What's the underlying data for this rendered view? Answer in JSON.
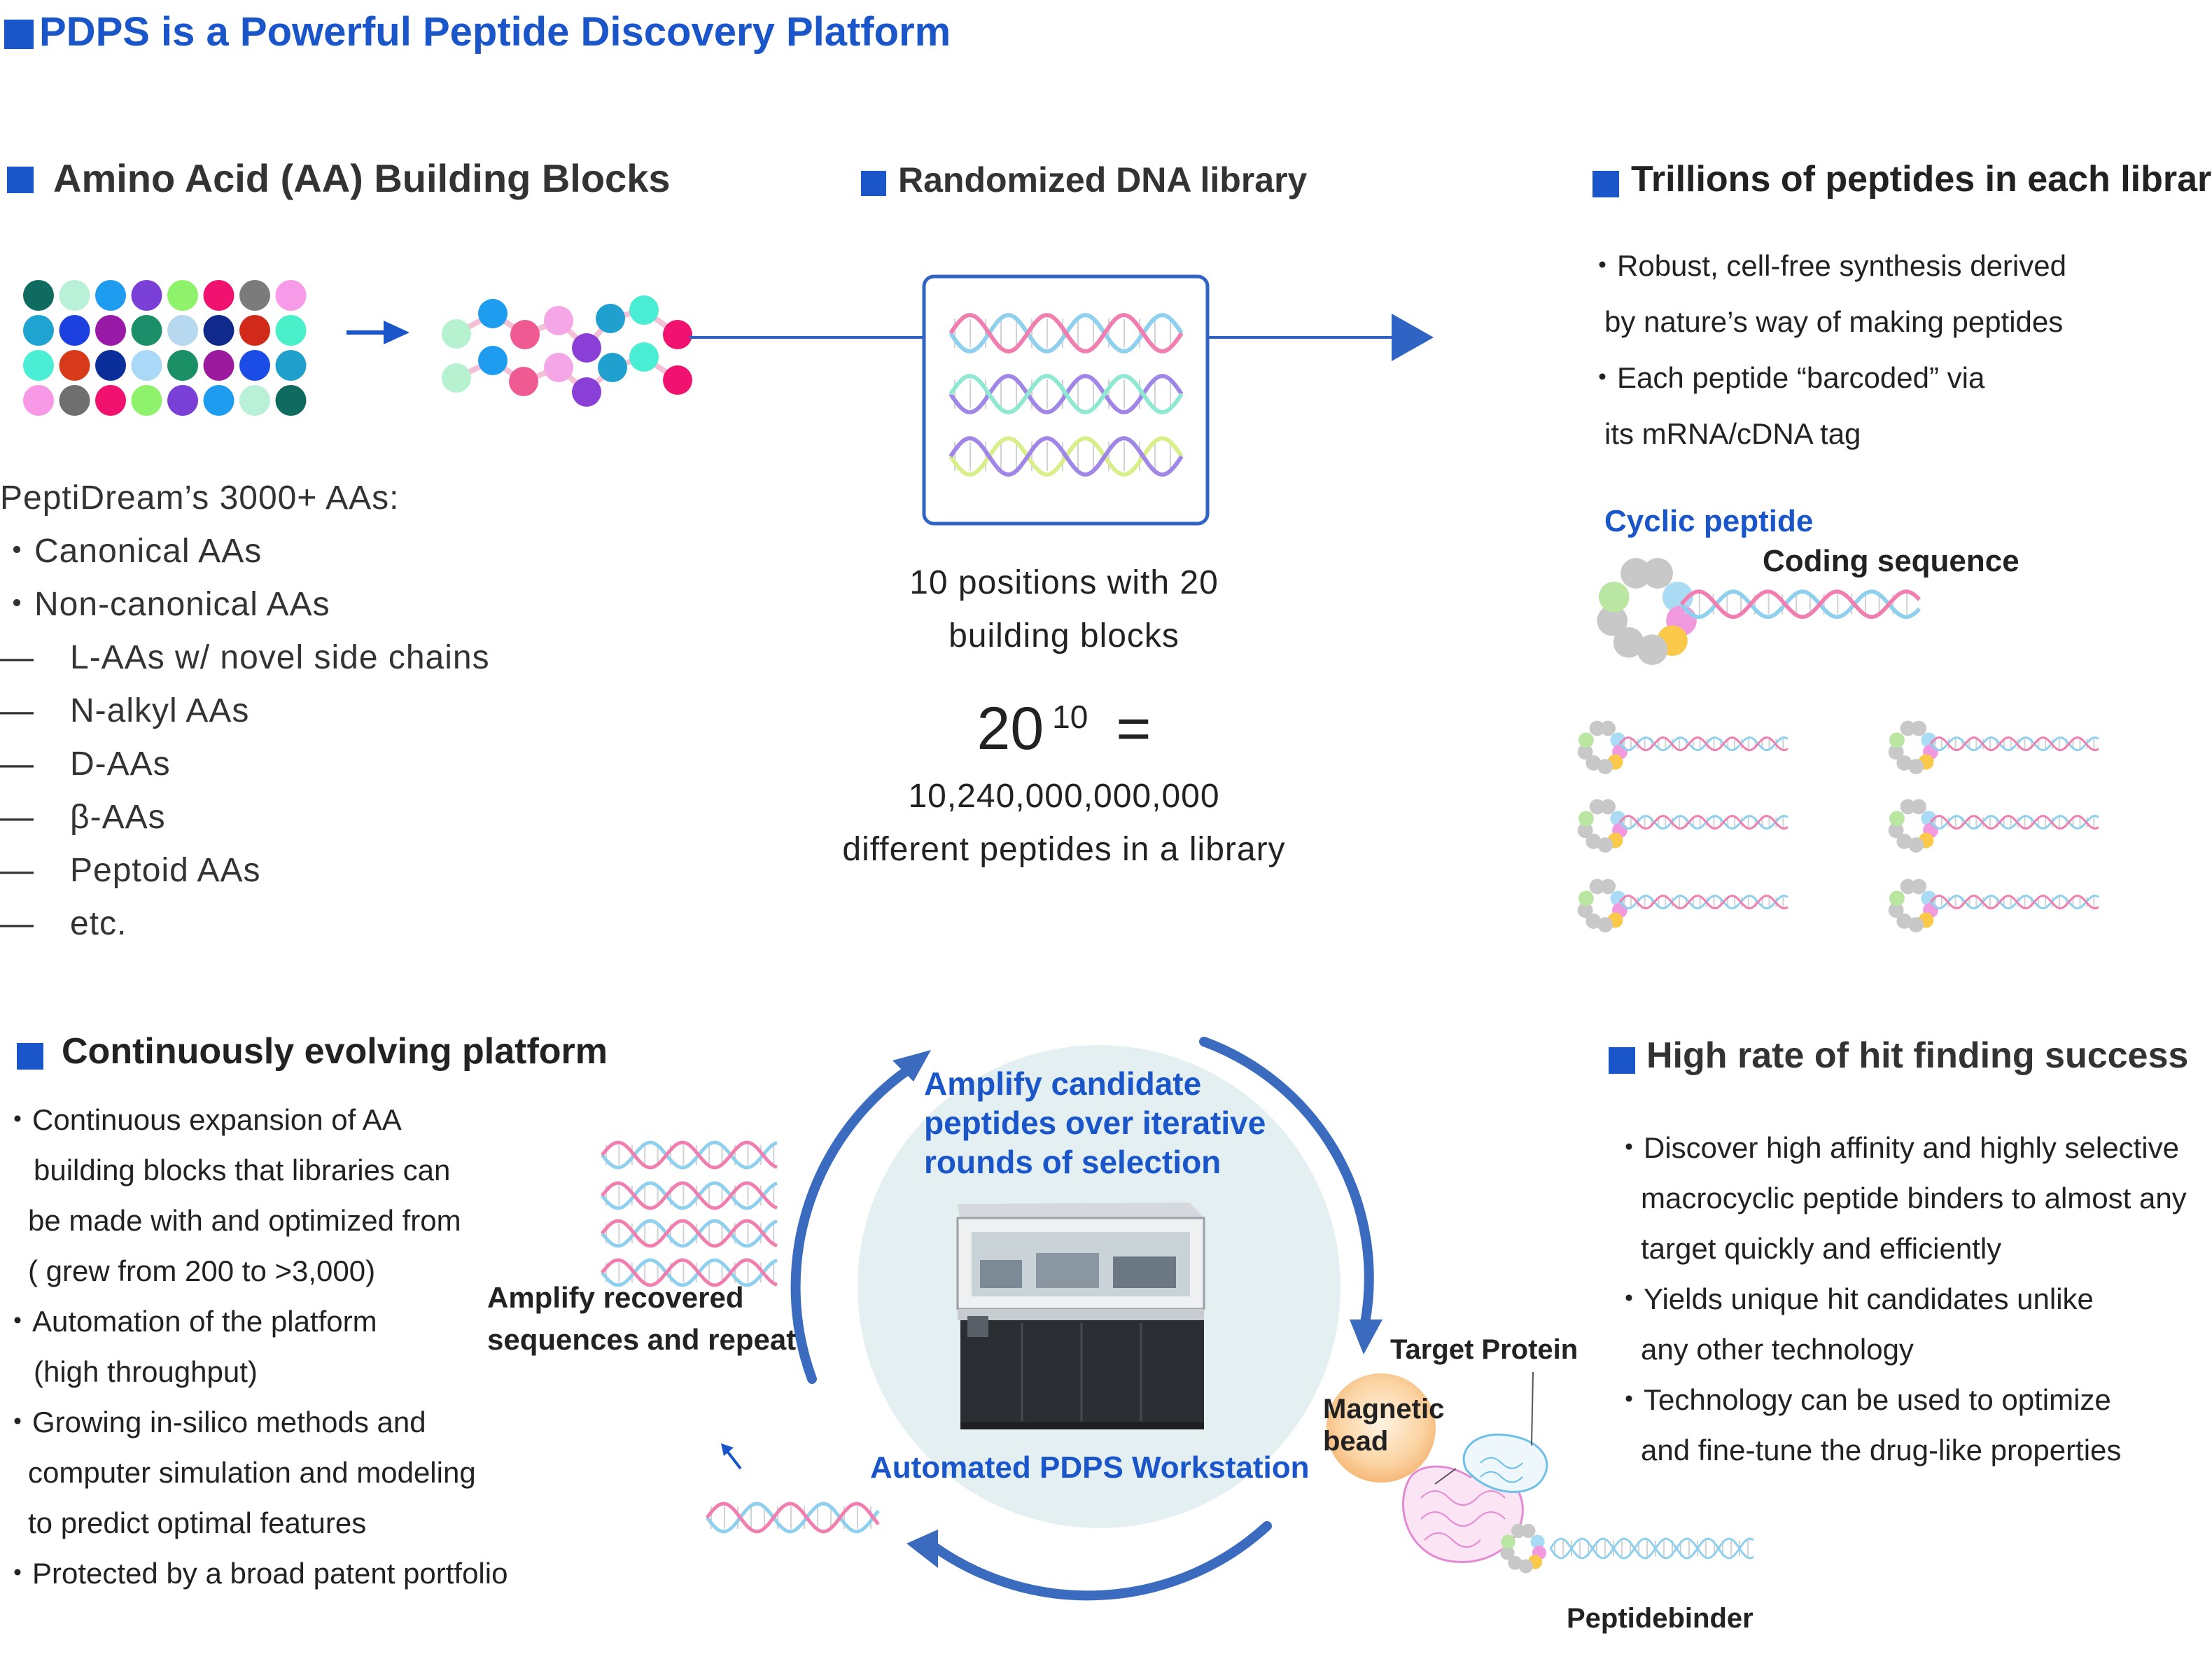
{
  "title": "PDPS is a Powerful Peptide Discovery Platform",
  "aa_section": {
    "heading": "Amino Acid (AA) Building Blocks",
    "intro": "PeptiDream’s 3000+ AAs:",
    "bullets": [
      "Canonical AAs",
      "Non-canonical AAs"
    ],
    "sub_items": [
      "L-AAs w/ novel side chains",
      "N-alkyl AAs",
      "D-AAs",
      "β-AAs",
      "Peptoid AAs",
      "etc."
    ]
  },
  "dna_section": {
    "heading": "Randomized DNA library",
    "positions_line1": "10 positions with 20",
    "positions_line2": "building blocks",
    "base": "20",
    "exponent": "10",
    "equals": "=",
    "total": "10,240,000,000,000",
    "total_caption": "different peptides in a library"
  },
  "trillions_section": {
    "heading": "Trillions of  peptides in each library",
    "lines": [
      "・Robust, cell-free synthesis derived",
      "by nature’s way of making peptides",
      "・Each peptide “barcoded” via",
      "its mRNA/cDNA tag"
    ],
    "cyclic_label": "Cyclic peptide",
    "coding_label": "Coding sequence"
  },
  "evolving_section": {
    "heading": "Continuously evolving platform",
    "lines": [
      "・Continuous expansion of AA",
      "building blocks that libraries can",
      "be made with and optimized from",
      "( grew from 200 to >3,000)",
      "・Automation of the platform",
      "(high throughput)",
      "・Growing in-silico methods and",
      "computer simulation and modeling",
      "to predict optimal features",
      "・Protected by a broad patent portfolio"
    ]
  },
  "cycle": {
    "amplify_candidates": [
      "Amplify candidate",
      "peptides over iterative",
      "rounds of selection"
    ],
    "amplify_recovered": [
      "Amplify recovered",
      "sequences and repeat"
    ],
    "workstation_label": "Automated PDPS Workstation",
    "target_protein": "Target Protein",
    "magnetic_bead": [
      "Magnetic",
      "bead"
    ],
    "peptide_binder": "Peptidebinder"
  },
  "hit_section": {
    "heading": "High rate of hit finding success",
    "lines": [
      "・Discover high affinity and highly selective",
      "macrocyclic peptide binders to almost any",
      "target quickly and efficiently",
      "・Yields unique hit candidates unlike",
      "any other technology",
      "・Technology can be used to optimize",
      "and fine-tune the drug-like properties"
    ]
  },
  "colors": {
    "accent_blue": "#1a56c9",
    "arrow_blue": "#3a6bbf",
    "dna_blue": "#8fd0ee",
    "dna_pink": "#f07fb0",
    "dna_purple": "#a086e6",
    "dna_mint": "#8fe8d2",
    "dna_lime": "#d9ef8a"
  }
}
